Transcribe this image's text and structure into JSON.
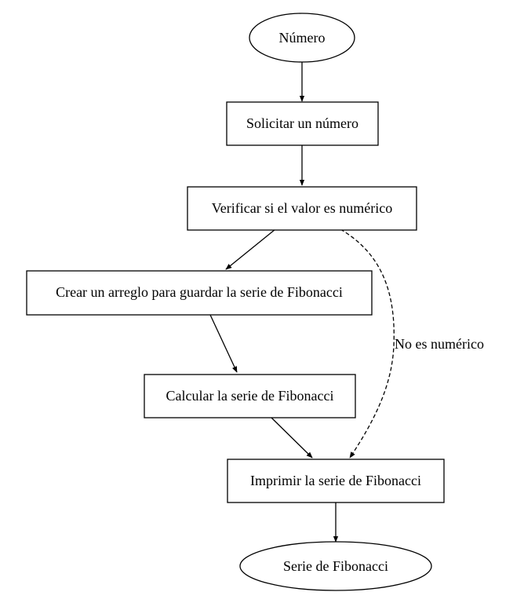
{
  "diagram": {
    "nodes": {
      "start": {
        "label": "Número",
        "shape": "ellipse"
      },
      "ask": {
        "label": "Solicitar un número",
        "shape": "box"
      },
      "verify": {
        "label": "Verificar si el valor es numérico",
        "shape": "box"
      },
      "create_array": {
        "label": "Crear un arreglo para guardar la serie de Fibonacci",
        "shape": "box"
      },
      "calculate": {
        "label": "Calcular la serie de Fibonacci",
        "shape": "box"
      },
      "print": {
        "label": "Imprimir la serie de Fibonacci",
        "shape": "box"
      },
      "end": {
        "label": "Serie de Fibonacci",
        "shape": "ellipse"
      }
    },
    "edges": [
      {
        "from": "start",
        "to": "ask",
        "style": "solid",
        "label": ""
      },
      {
        "from": "ask",
        "to": "verify",
        "style": "solid",
        "label": ""
      },
      {
        "from": "verify",
        "to": "create_array",
        "style": "solid",
        "label": ""
      },
      {
        "from": "create_array",
        "to": "calculate",
        "style": "solid",
        "label": ""
      },
      {
        "from": "calculate",
        "to": "print",
        "style": "solid",
        "label": ""
      },
      {
        "from": "verify",
        "to": "print",
        "style": "dashed",
        "label": "No es numérico"
      },
      {
        "from": "print",
        "to": "end",
        "style": "solid",
        "label": ""
      }
    ]
  },
  "colors": {
    "stroke": "#000000",
    "fill": "#ffffff",
    "text": "#000000"
  }
}
